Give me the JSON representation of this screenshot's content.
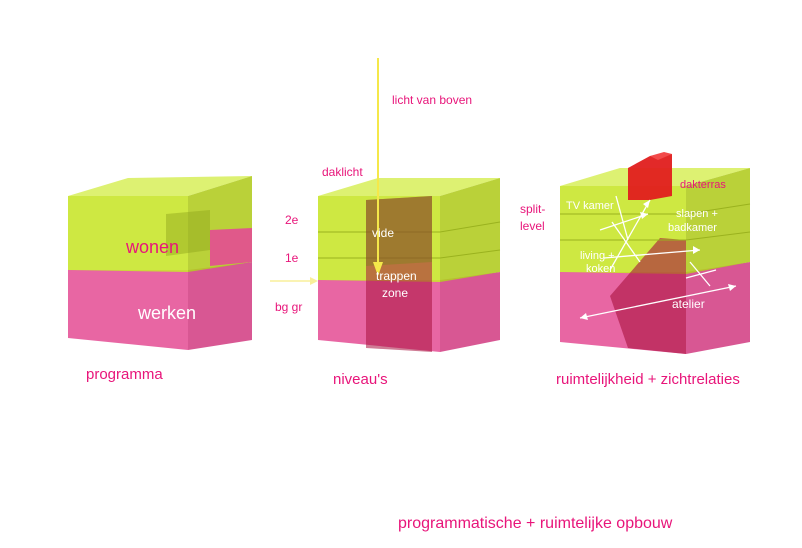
{
  "colors": {
    "pink": "#e8157a",
    "pink_fill": "#e03a8a",
    "lime": "#c8e62a",
    "lime_dark": "#8fa51a",
    "red": "#e01d1d",
    "light_arrow": "#f5e84a",
    "white": "#ffffff"
  },
  "icons": {
    "arrow": "arrow-icon"
  },
  "labels": {
    "wonen": "wonen",
    "werken": "werken",
    "programma": "programma",
    "licht_van_boven": "licht van boven",
    "daklicht": "daklicht",
    "level_2e": "2e",
    "level_1e": "1e",
    "level_bg": "bg gr",
    "vide": "vide",
    "trappen": "trappen",
    "zone": "zone",
    "niveaus": "niveau's",
    "split": "split-",
    "level": "level",
    "tv_kamer": "TV kamer",
    "dakterras": "dakterras",
    "slapen": "slapen +",
    "badkamer": "badkamer",
    "living": "living +",
    "koken": "koken",
    "atelier": "atelier",
    "ruimtelijkheid": "ruimtelijkheid + zichtrelaties",
    "footer": "programmatische + ruimtelijke opbouw"
  }
}
